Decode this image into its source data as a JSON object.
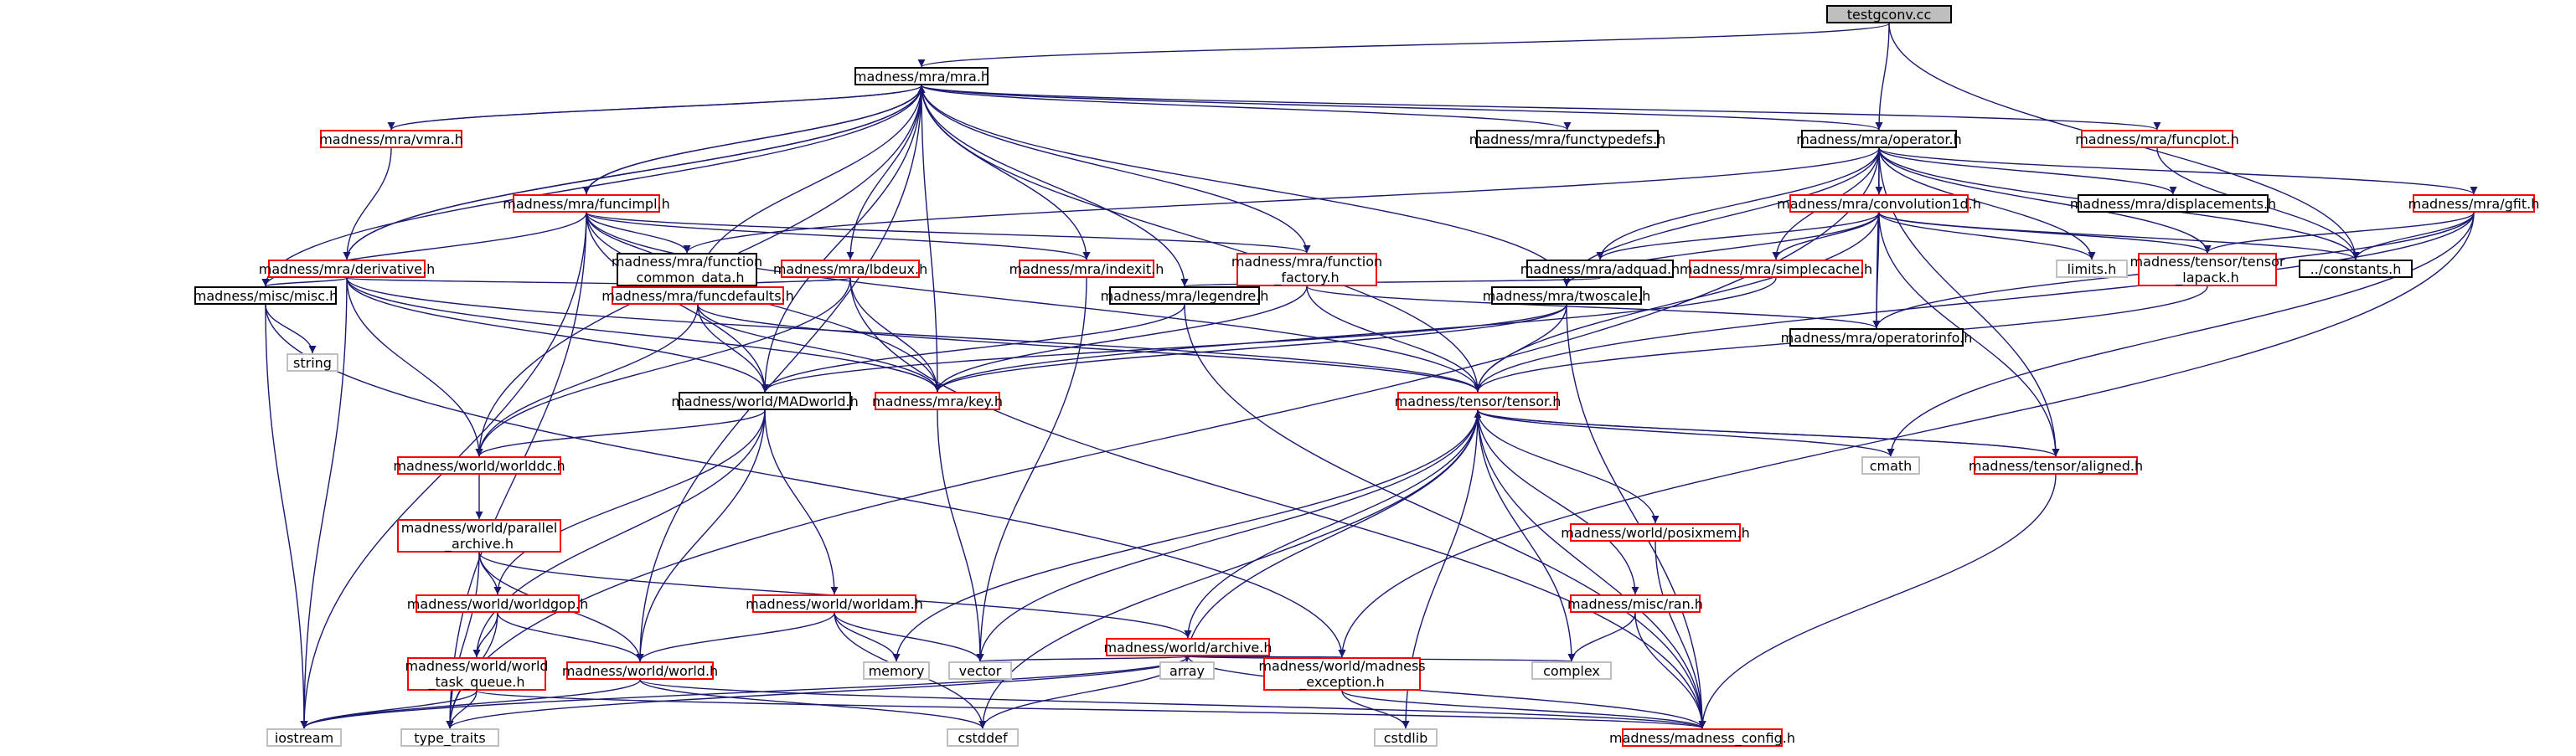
{
  "colors": {
    "edge": "#191970",
    "node_border": "#000000",
    "truncated_border": "#ff0000",
    "system_border": "#bfbfbf",
    "root_fill": "#bfbfbf"
  },
  "nodes": [
    {
      "id": "testgconv",
      "label": "testgconv.cc",
      "style": "root"
    },
    {
      "id": "mra",
      "label": "madness/mra/mra.h",
      "style": "black"
    },
    {
      "id": "vmra",
      "label": "madness/mra/vmra.h",
      "style": "red"
    },
    {
      "id": "functypedefs",
      "label": "madness/mra/functypedefs.h",
      "style": "black"
    },
    {
      "id": "operator",
      "label": "madness/mra/operator.h",
      "style": "black"
    },
    {
      "id": "funcplot",
      "label": "madness/mra/funcplot.h",
      "style": "red"
    },
    {
      "id": "funcimpl",
      "label": "madness/mra/funcimpl.h",
      "style": "red"
    },
    {
      "id": "convolution1d",
      "label": "madness/mra/convolution1d.h",
      "style": "red"
    },
    {
      "id": "displacements",
      "label": "madness/mra/displacements.h",
      "style": "black"
    },
    {
      "id": "gfit",
      "label": "madness/mra/gfit.h",
      "style": "red"
    },
    {
      "id": "derivative",
      "label": "madness/mra/derivative.h",
      "style": "red"
    },
    {
      "id": "function_common_data",
      "label": "madness/mra/function\n_common_data.h",
      "style": "black"
    },
    {
      "id": "lbdeux",
      "label": "madness/mra/lbdeux.h",
      "style": "red"
    },
    {
      "id": "indexit",
      "label": "madness/mra/indexit.h",
      "style": "red"
    },
    {
      "id": "function_factory",
      "label": "madness/mra/function\n_factory.h",
      "style": "red"
    },
    {
      "id": "adquad",
      "label": "madness/mra/adquad.h",
      "style": "black"
    },
    {
      "id": "simplecache",
      "label": "madness/mra/simplecache.h",
      "style": "red"
    },
    {
      "id": "limits",
      "label": "limits.h",
      "style": "gray"
    },
    {
      "id": "tensor_lapack",
      "label": "madness/tensor/tensor\n_lapack.h",
      "style": "red"
    },
    {
      "id": "constants",
      "label": "../constants.h",
      "style": "black"
    },
    {
      "id": "misc",
      "label": "madness/misc/misc.h",
      "style": "black"
    },
    {
      "id": "funcdefaults",
      "label": "madness/mra/funcdefaults.h",
      "style": "red"
    },
    {
      "id": "legendre",
      "label": "madness/mra/legendre.h",
      "style": "black"
    },
    {
      "id": "twoscale",
      "label": "madness/mra/twoscale.h",
      "style": "black"
    },
    {
      "id": "operatorinfo",
      "label": "madness/mra/operatorinfo.h",
      "style": "black"
    },
    {
      "id": "string",
      "label": "string",
      "style": "gray"
    },
    {
      "id": "madworld",
      "label": "madness/world/MADworld.h",
      "style": "black"
    },
    {
      "id": "key",
      "label": "madness/mra/key.h",
      "style": "red"
    },
    {
      "id": "tensor",
      "label": "madness/tensor/tensor.h",
      "style": "red"
    },
    {
      "id": "cmath",
      "label": "cmath",
      "style": "gray"
    },
    {
      "id": "aligned",
      "label": "madness/tensor/aligned.h",
      "style": "red"
    },
    {
      "id": "worlddc",
      "label": "madness/world/worlddc.h",
      "style": "red"
    },
    {
      "id": "parallel_archive",
      "label": "madness/world/parallel\n_archive.h",
      "style": "red"
    },
    {
      "id": "posixmem",
      "label": "madness/world/posixmem.h",
      "style": "red"
    },
    {
      "id": "worldgop",
      "label": "madness/world/worldgop.h",
      "style": "red"
    },
    {
      "id": "worlddam",
      "label": "madness/world/worldam.h",
      "style": "red"
    },
    {
      "id": "archive",
      "label": "madness/world/archive.h",
      "style": "red"
    },
    {
      "id": "ran",
      "label": "madness/misc/ran.h",
      "style": "red"
    },
    {
      "id": "world_task_queue",
      "label": "madness/world/world\n_task_queue.h",
      "style": "red"
    },
    {
      "id": "world",
      "label": "madness/world/world.h",
      "style": "red"
    },
    {
      "id": "memory",
      "label": "memory",
      "style": "gray"
    },
    {
      "id": "vector",
      "label": "vector",
      "style": "gray"
    },
    {
      "id": "array",
      "label": "array",
      "style": "gray"
    },
    {
      "id": "madness_exception",
      "label": "madness/world/madness\n_exception.h",
      "style": "red"
    },
    {
      "id": "complex",
      "label": "complex",
      "style": "gray"
    },
    {
      "id": "iostream",
      "label": "iostream",
      "style": "gray"
    },
    {
      "id": "type_traits",
      "label": "type_traits",
      "style": "gray"
    },
    {
      "id": "cstddef",
      "label": "cstddef",
      "style": "gray"
    },
    {
      "id": "cstdlib",
      "label": "cstdlib",
      "style": "gray"
    },
    {
      "id": "madness_config",
      "label": "madness/madness_config.h",
      "style": "red"
    }
  ],
  "edges": [
    [
      "testgconv",
      "mra"
    ],
    [
      "testgconv",
      "operator"
    ],
    [
      "testgconv",
      "constants"
    ],
    [
      "mra",
      "vmra"
    ],
    [
      "mra",
      "functypedefs"
    ],
    [
      "mra",
      "operator"
    ],
    [
      "mra",
      "funcplot"
    ],
    [
      "mra",
      "funcimpl"
    ],
    [
      "mra",
      "derivative"
    ],
    [
      "mra",
      "lbdeux"
    ],
    [
      "mra",
      "indexit"
    ],
    [
      "mra",
      "function_factory"
    ],
    [
      "mra",
      "misc"
    ],
    [
      "mra",
      "funcdefaults"
    ],
    [
      "mra",
      "legendre"
    ],
    [
      "mra",
      "twoscale"
    ],
    [
      "mra",
      "madworld"
    ],
    [
      "mra",
      "key"
    ],
    [
      "mra",
      "tensor"
    ],
    [
      "mra",
      "worlddc"
    ],
    [
      "mra",
      "world"
    ],
    [
      "vmra",
      "mra"
    ],
    [
      "vmra",
      "derivative"
    ],
    [
      "funcplot",
      "constants"
    ],
    [
      "operator",
      "convolution1d"
    ],
    [
      "operator",
      "displacements"
    ],
    [
      "operator",
      "gfit"
    ],
    [
      "operator",
      "function_common_data"
    ],
    [
      "operator",
      "adquad"
    ],
    [
      "operator",
      "simplecache"
    ],
    [
      "operator",
      "limits"
    ],
    [
      "operator",
      "tensor_lapack"
    ],
    [
      "operator",
      "constants"
    ],
    [
      "operator",
      "operatorinfo"
    ],
    [
      "operator",
      "type_traits"
    ],
    [
      "operator",
      "aligned"
    ],
    [
      "operator",
      "twoscale"
    ],
    [
      "funcimpl",
      "function_common_data"
    ],
    [
      "funcimpl",
      "indexit"
    ],
    [
      "funcimpl",
      "function_factory"
    ],
    [
      "funcimpl",
      "misc"
    ],
    [
      "funcimpl",
      "funcdefaults"
    ],
    [
      "funcimpl",
      "madworld"
    ],
    [
      "funcimpl",
      "key"
    ],
    [
      "funcimpl",
      "tensor"
    ],
    [
      "funcimpl",
      "iostream"
    ],
    [
      "funcimpl",
      "type_traits"
    ],
    [
      "funcimpl",
      "mra"
    ],
    [
      "convolution1d",
      "adquad"
    ],
    [
      "convolution1d",
      "simplecache"
    ],
    [
      "convolution1d",
      "limits"
    ],
    [
      "convolution1d",
      "tensor_lapack"
    ],
    [
      "convolution1d",
      "constants"
    ],
    [
      "convolution1d",
      "operatorinfo"
    ],
    [
      "convolution1d",
      "twoscale"
    ],
    [
      "convolution1d",
      "tensor"
    ],
    [
      "convolution1d",
      "aligned"
    ],
    [
      "gfit",
      "tensor_lapack"
    ],
    [
      "gfit",
      "constants"
    ],
    [
      "gfit",
      "operatorinfo"
    ],
    [
      "gfit",
      "tensor"
    ],
    [
      "gfit",
      "cmath"
    ],
    [
      "gfit",
      "madness_exception"
    ],
    [
      "derivative",
      "misc"
    ],
    [
      "derivative",
      "funcdefaults"
    ],
    [
      "derivative",
      "madworld"
    ],
    [
      "derivative",
      "key"
    ],
    [
      "derivative",
      "tensor"
    ],
    [
      "derivative",
      "worlddc"
    ],
    [
      "derivative",
      "iostream"
    ],
    [
      "derivative",
      "mra"
    ],
    [
      "function_common_data",
      "funcdefaults"
    ],
    [
      "lbdeux",
      "funcdefaults"
    ],
    [
      "lbdeux",
      "key"
    ],
    [
      "lbdeux",
      "worlddc"
    ],
    [
      "lbdeux",
      "madness_config"
    ],
    [
      "indexit",
      "vector"
    ],
    [
      "function_factory",
      "key"
    ],
    [
      "function_factory",
      "tensor"
    ],
    [
      "function_factory",
      "operatorinfo"
    ],
    [
      "adquad",
      "legendre"
    ],
    [
      "simplecache",
      "key"
    ],
    [
      "tensor_lapack",
      "tensor"
    ],
    [
      "misc",
      "string"
    ],
    [
      "misc",
      "iostream"
    ],
    [
      "misc",
      "madness_exception"
    ],
    [
      "funcdefaults",
      "madworld"
    ],
    [
      "funcdefaults",
      "key"
    ],
    [
      "funcdefaults",
      "tensor"
    ],
    [
      "funcdefaults",
      "worlddc"
    ],
    [
      "legendre",
      "madworld"
    ],
    [
      "legendre",
      "madness_config"
    ],
    [
      "twoscale",
      "key"
    ],
    [
      "twoscale",
      "tensor"
    ],
    [
      "twoscale",
      "madworld"
    ],
    [
      "twoscale",
      "madness_config"
    ],
    [
      "madworld",
      "worlddc"
    ],
    [
      "madworld",
      "worldgop"
    ],
    [
      "madworld",
      "worlddam"
    ],
    [
      "madworld",
      "world_task_queue"
    ],
    [
      "madworld",
      "world"
    ],
    [
      "key",
      "vector"
    ],
    [
      "tensor",
      "cmath"
    ],
    [
      "tensor",
      "aligned"
    ],
    [
      "tensor",
      "posixmem"
    ],
    [
      "tensor",
      "archive"
    ],
    [
      "tensor",
      "ran"
    ],
    [
      "tensor",
      "memory"
    ],
    [
      "tensor",
      "vector"
    ],
    [
      "tensor",
      "array"
    ],
    [
      "tensor",
      "complex"
    ],
    [
      "tensor",
      "cstddef"
    ],
    [
      "tensor",
      "cstdlib"
    ],
    [
      "tensor",
      "madness_config"
    ],
    [
      "aligned",
      "tensor"
    ],
    [
      "aligned",
      "madness_config"
    ],
    [
      "worlddc",
      "parallel_archive"
    ],
    [
      "parallel_archive",
      "worldgop"
    ],
    [
      "parallel_archive",
      "world"
    ],
    [
      "parallel_archive",
      "archive"
    ],
    [
      "parallel_archive",
      "type_traits"
    ],
    [
      "posixmem",
      "madness_config"
    ],
    [
      "worldgop",
      "world_task_queue"
    ],
    [
      "worldgop",
      "world"
    ],
    [
      "worldgop",
      "type_traits"
    ],
    [
      "worlddam",
      "world"
    ],
    [
      "worlddam",
      "memory"
    ],
    [
      "worlddam",
      "vector"
    ],
    [
      "worlddam",
      "cstddef"
    ],
    [
      "archive",
      "vector"
    ],
    [
      "archive",
      "array"
    ],
    [
      "archive",
      "madness_exception"
    ],
    [
      "archive",
      "complex"
    ],
    [
      "archive",
      "iostream"
    ],
    [
      "archive",
      "type_traits"
    ],
    [
      "archive",
      "cstddef"
    ],
    [
      "archive",
      "madness_config"
    ],
    [
      "ran",
      "complex"
    ],
    [
      "ran",
      "madness_config"
    ],
    [
      "world_task_queue",
      "iostream"
    ],
    [
      "world_task_queue",
      "type_traits"
    ],
    [
      "world_task_queue",
      "madness_config"
    ],
    [
      "world",
      "iostream"
    ],
    [
      "world",
      "cstddef"
    ],
    [
      "world",
      "madness_config"
    ],
    [
      "madness_exception",
      "cstdlib"
    ],
    [
      "madness_exception",
      "madness_config"
    ]
  ]
}
